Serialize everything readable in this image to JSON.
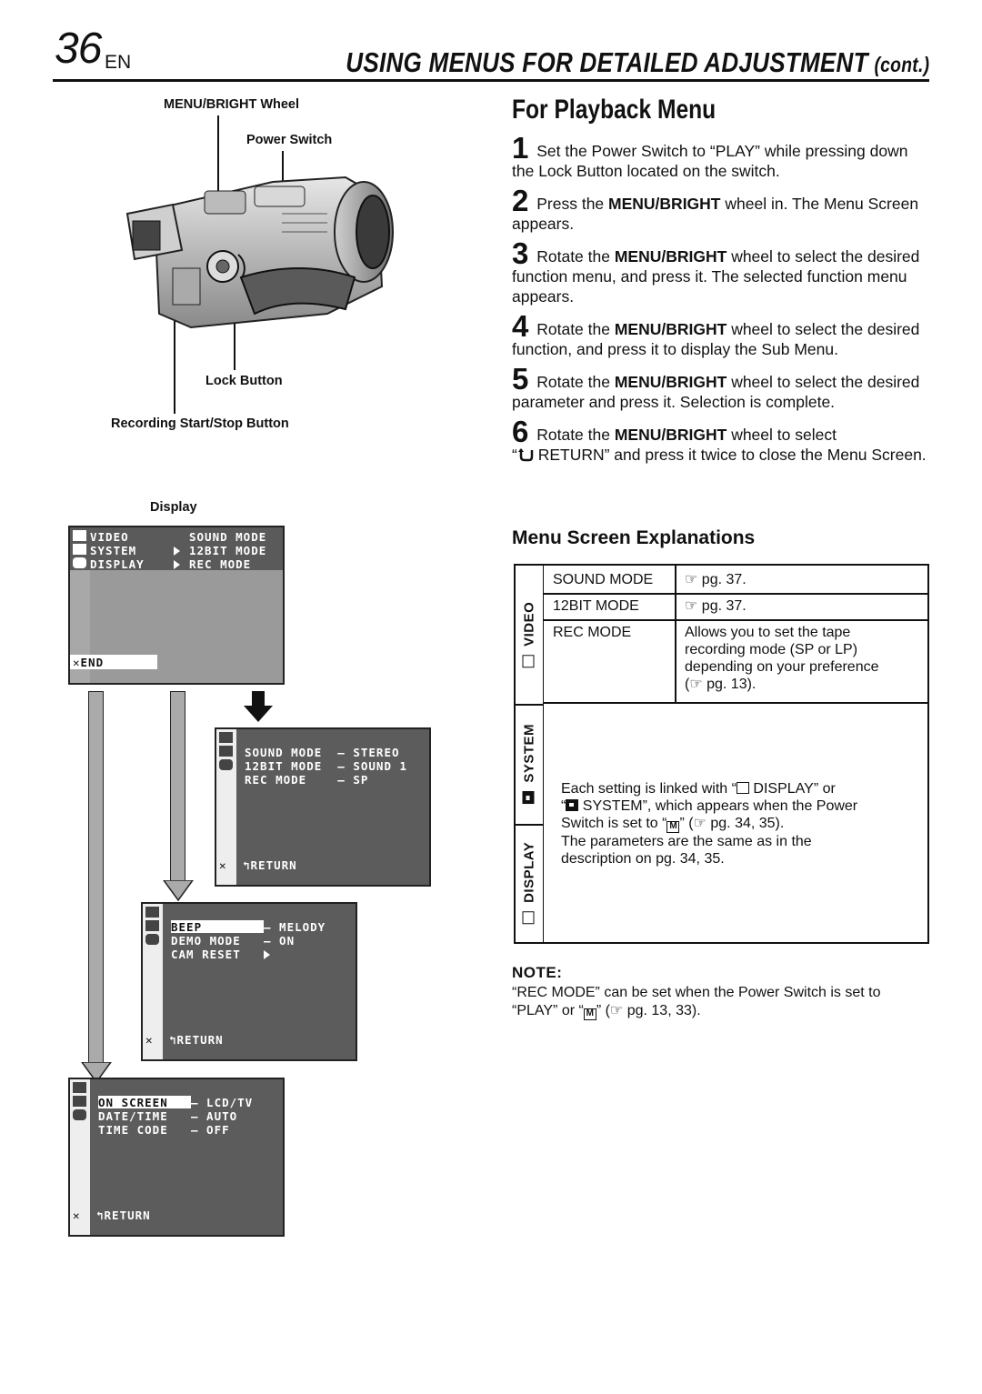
{
  "header": {
    "page_number": "36",
    "lang": "EN",
    "title": "USING MENUS FOR DETAILED ADJUSTMENT",
    "cont": "(cont.)"
  },
  "section": {
    "title": "For Playback Menu"
  },
  "steps": [
    {
      "num": "1",
      "pre": "Set the Power Switch to “PLAY” while pressing down the Lock Button located on the switch.",
      "bold": "",
      "post": ""
    },
    {
      "num": "2",
      "pre": "Press the ",
      "bold": "MENU/BRIGHT",
      "post": " wheel in. The Menu Screen appears."
    },
    {
      "num": "3",
      "pre": "Rotate the ",
      "bold": "MENU/BRIGHT",
      "post": " wheel to select the desired function menu, and press it. The selected function menu appears."
    },
    {
      "num": "4",
      "pre": "Rotate the ",
      "bold": "MENU/BRIGHT",
      "post": " wheel to select the desired function, and press it to display the Sub Menu."
    },
    {
      "num": "5",
      "pre": "Rotate the ",
      "bold": "MENU/BRIGHT",
      "post": " wheel to select the desired parameter and press it. Selection is complete."
    },
    {
      "num": "6",
      "pre": "Rotate the ",
      "bold": "MENU/BRIGHT",
      "post": " wheel to select",
      "line2_pre": "“",
      "line2_post": " RETURN” and press it twice to close the Menu Screen."
    }
  ],
  "explanations": {
    "title": "Menu Screen Explanations",
    "side_video": "VIDEO",
    "side_system": "SYSTEM",
    "side_display": "DISPLAY",
    "rows": [
      {
        "item": "SOUND MODE",
        "desc": "☞ pg. 37."
      },
      {
        "item": "12BIT MODE",
        "desc": "☞ pg. 37."
      },
      {
        "item": "REC MODE",
        "desc_lines": [
          "Allows you to set the tape",
          "recording mode (SP or LP)",
          "depending on your preference",
          "(☞ pg. 13)."
        ]
      }
    ],
    "linked_lines": [
      "Each setting is linked with “",
      " DISPLAY” or",
      "“",
      " SYSTEM”, which appears when the Power",
      "Switch is set to “",
      "” (☞ pg. 34, 35).",
      "The parameters are the same as in the",
      "description on pg. 34, 35."
    ]
  },
  "note": {
    "heading": "NOTE:",
    "text_a": "“REC MODE” can be set when the Power Switch is set to",
    "text_b": "“PLAY” or “",
    "text_c": "” (☞ pg. 13, 33)."
  },
  "labels": {
    "menu_bright": "MENU/BRIGHT Wheel",
    "power_switch": "Power Switch",
    "lock_button": "Lock Button",
    "rec_button": "Recording Start/Stop Button",
    "display": "Display"
  },
  "screen_main": {
    "items": [
      "VIDEO",
      "SYSTEM",
      "DISPLAY"
    ],
    "sub": [
      "SOUND MODE",
      "12BIT MODE",
      "REC MODE"
    ],
    "end": "END"
  },
  "screen_video": {
    "rows": [
      "SOUND MODE  – STEREO",
      "12BIT MODE  – SOUND 1",
      "REC MODE    – SP"
    ],
    "return": "RETURN"
  },
  "screen_system": {
    "rows": [
      "BEEP",
      "DEMO MODE",
      "CAM RESET"
    ],
    "vals": [
      "– MELODY",
      "– ON",
      ""
    ],
    "return": "RETURN"
  },
  "screen_display": {
    "rows": [
      "ON SCREEN",
      "DATE/TIME",
      "TIME CODE"
    ],
    "vals": [
      "– LCD/TV",
      "– AUTO",
      "– OFF"
    ],
    "return": "RETURN"
  },
  "glyphs": {
    "m_key": "M"
  }
}
